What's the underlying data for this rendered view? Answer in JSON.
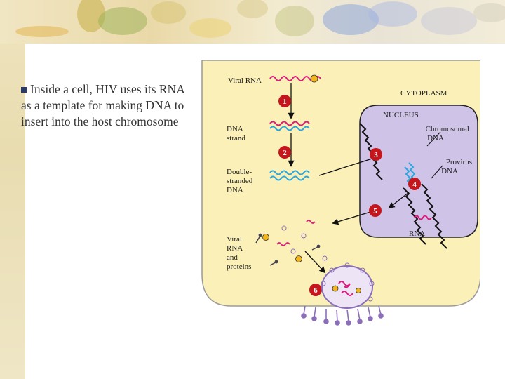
{
  "bullet": {
    "text": "Inside a cell, HIV uses its RNA as a template for making DNA to insert into the host chromosome"
  },
  "diagram": {
    "labels": {
      "viral_rna": "Viral RNA",
      "cytoplasm": "CYTOPLASM",
      "nucleus": "NUCLEUS",
      "dna_strand": [
        "DNA",
        "strand"
      ],
      "chromosomal_dna": [
        "Chromosomal",
        "DNA"
      ],
      "double_stranded_dna": [
        "Double-",
        "stranded",
        "DNA"
      ],
      "provirus_dna": [
        "Provirus",
        "DNA"
      ],
      "rna": "RNA",
      "viral_rna_proteins": [
        "Viral",
        "RNA",
        "and",
        "proteins"
      ]
    },
    "steps": [
      "1",
      "2",
      "3",
      "4",
      "5",
      "6"
    ],
    "colors": {
      "cell": "#fbf1b8",
      "nucleus": "#cfc3e8",
      "rna": "#e0197b",
      "dna": "#2aa6de",
      "chromosome": "#111111",
      "step_marker": "#c4161c",
      "virus_membrane": "#8a6fb8"
    }
  }
}
